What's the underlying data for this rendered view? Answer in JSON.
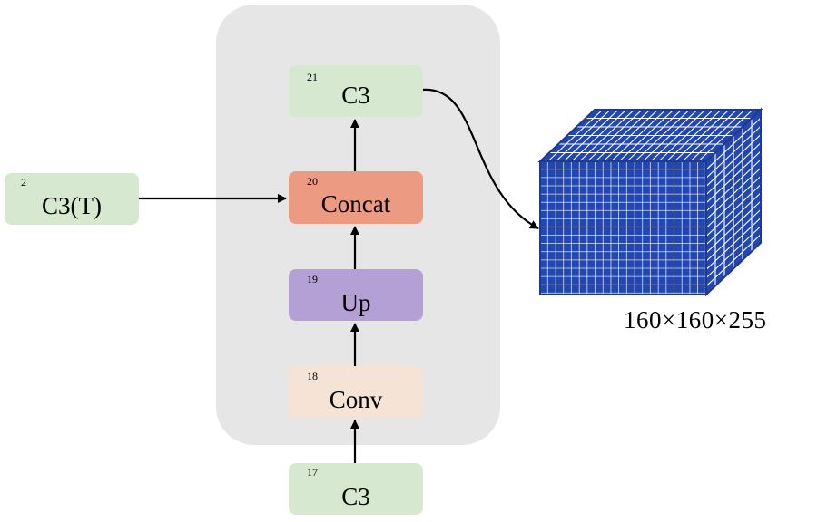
{
  "nodes": {
    "c3_top": {
      "index": "21",
      "label": "C3"
    },
    "concat": {
      "index": "20",
      "label": "Concat"
    },
    "up": {
      "index": "19",
      "label": "Up"
    },
    "conv": {
      "index": "18",
      "label": "Conv"
    },
    "c3_bottom": {
      "index": "17",
      "label": "C3"
    },
    "c3t": {
      "index": "2",
      "label": "C3(T)"
    }
  },
  "output": {
    "dimensions": "160×160×255"
  },
  "colors": {
    "panel": "#e6e6e6",
    "c3": "#d6e8cf",
    "concat": "#ec9a82",
    "up": "#b4a0d4",
    "conv": "#f5e3d6",
    "cube_line": "#1f3a8f",
    "cube_face": "#2347b0"
  }
}
